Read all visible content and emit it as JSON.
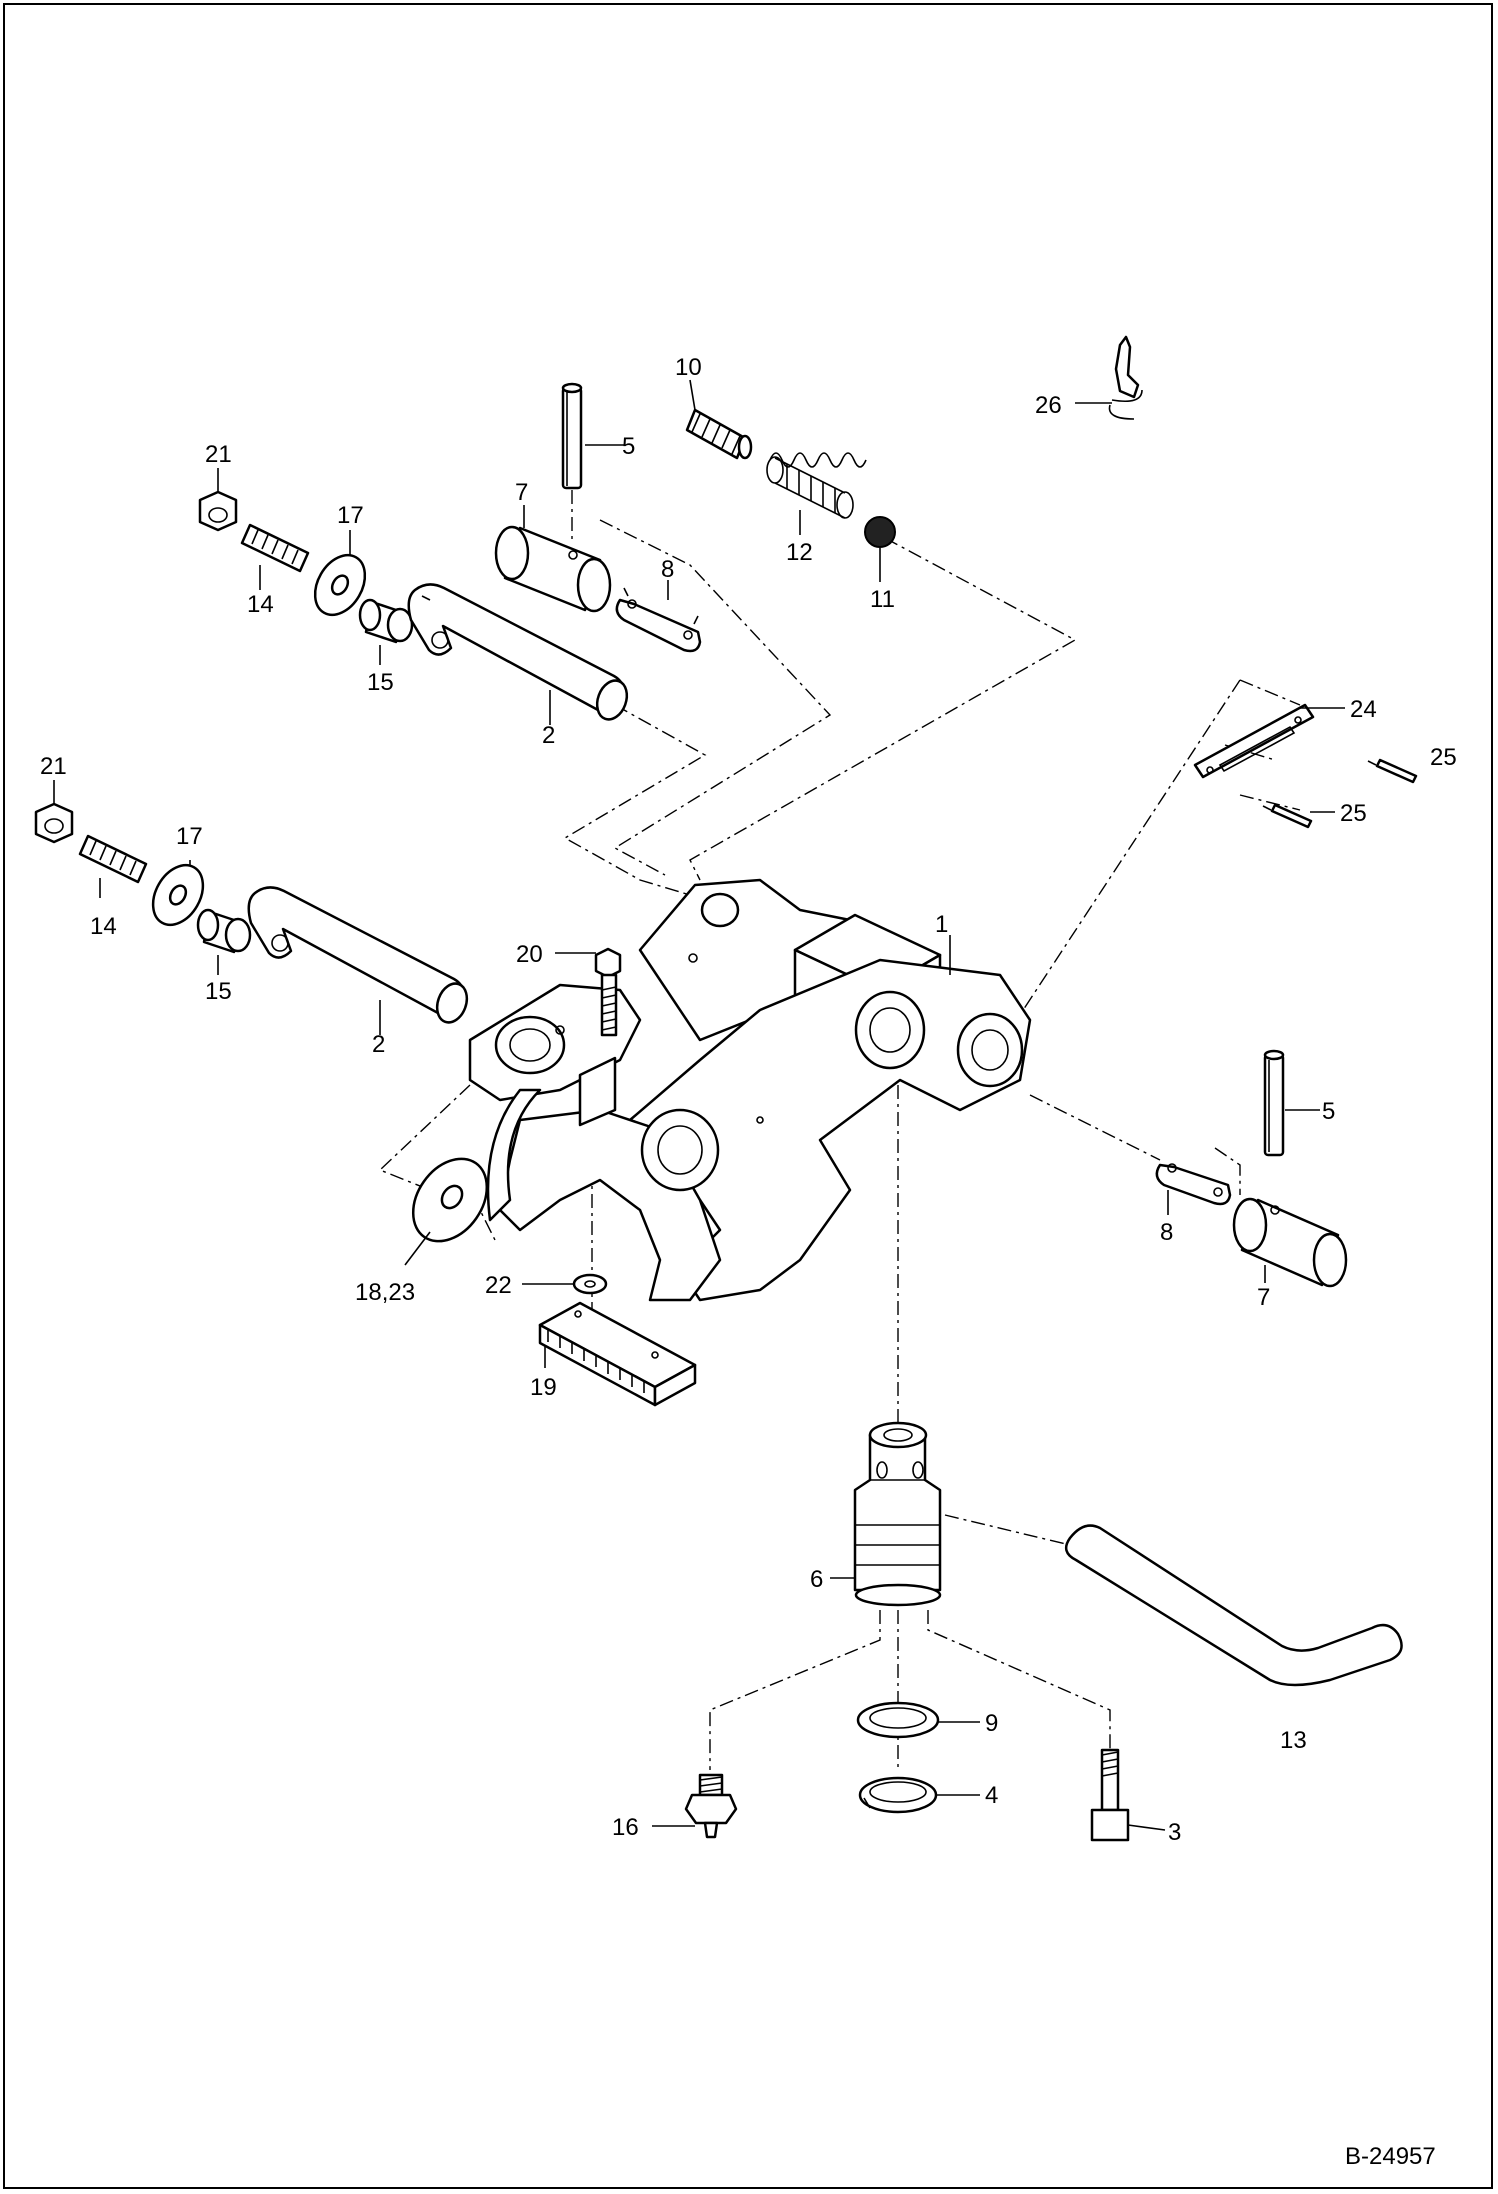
{
  "drawing_ref": "B-24957",
  "callouts": [
    {
      "id": "c1",
      "text": "1"
    },
    {
      "id": "c2a",
      "text": "2"
    },
    {
      "id": "c2b",
      "text": "2"
    },
    {
      "id": "c3",
      "text": "3"
    },
    {
      "id": "c4",
      "text": "4"
    },
    {
      "id": "c5a",
      "text": "5"
    },
    {
      "id": "c5b",
      "text": "5"
    },
    {
      "id": "c6",
      "text": "6"
    },
    {
      "id": "c7a",
      "text": "7"
    },
    {
      "id": "c7b",
      "text": "7"
    },
    {
      "id": "c8a",
      "text": "8"
    },
    {
      "id": "c8b",
      "text": "8"
    },
    {
      "id": "c9",
      "text": "9"
    },
    {
      "id": "c10",
      "text": "10"
    },
    {
      "id": "c11",
      "text": "11"
    },
    {
      "id": "c12",
      "text": "12"
    },
    {
      "id": "c13",
      "text": "13"
    },
    {
      "id": "c14a",
      "text": "14"
    },
    {
      "id": "c14b",
      "text": "14"
    },
    {
      "id": "c15a",
      "text": "15"
    },
    {
      "id": "c15b",
      "text": "15"
    },
    {
      "id": "c16",
      "text": "16"
    },
    {
      "id": "c17a",
      "text": "17"
    },
    {
      "id": "c17b",
      "text": "17"
    },
    {
      "id": "c18",
      "text": "18,23"
    },
    {
      "id": "c19",
      "text": "19"
    },
    {
      "id": "c20",
      "text": "20"
    },
    {
      "id": "c21a",
      "text": "21"
    },
    {
      "id": "c21b",
      "text": "21"
    },
    {
      "id": "c22",
      "text": "22"
    },
    {
      "id": "c24",
      "text": "24"
    },
    {
      "id": "c25a",
      "text": "25"
    },
    {
      "id": "c25b",
      "text": "25"
    },
    {
      "id": "c26",
      "text": "26"
    }
  ]
}
